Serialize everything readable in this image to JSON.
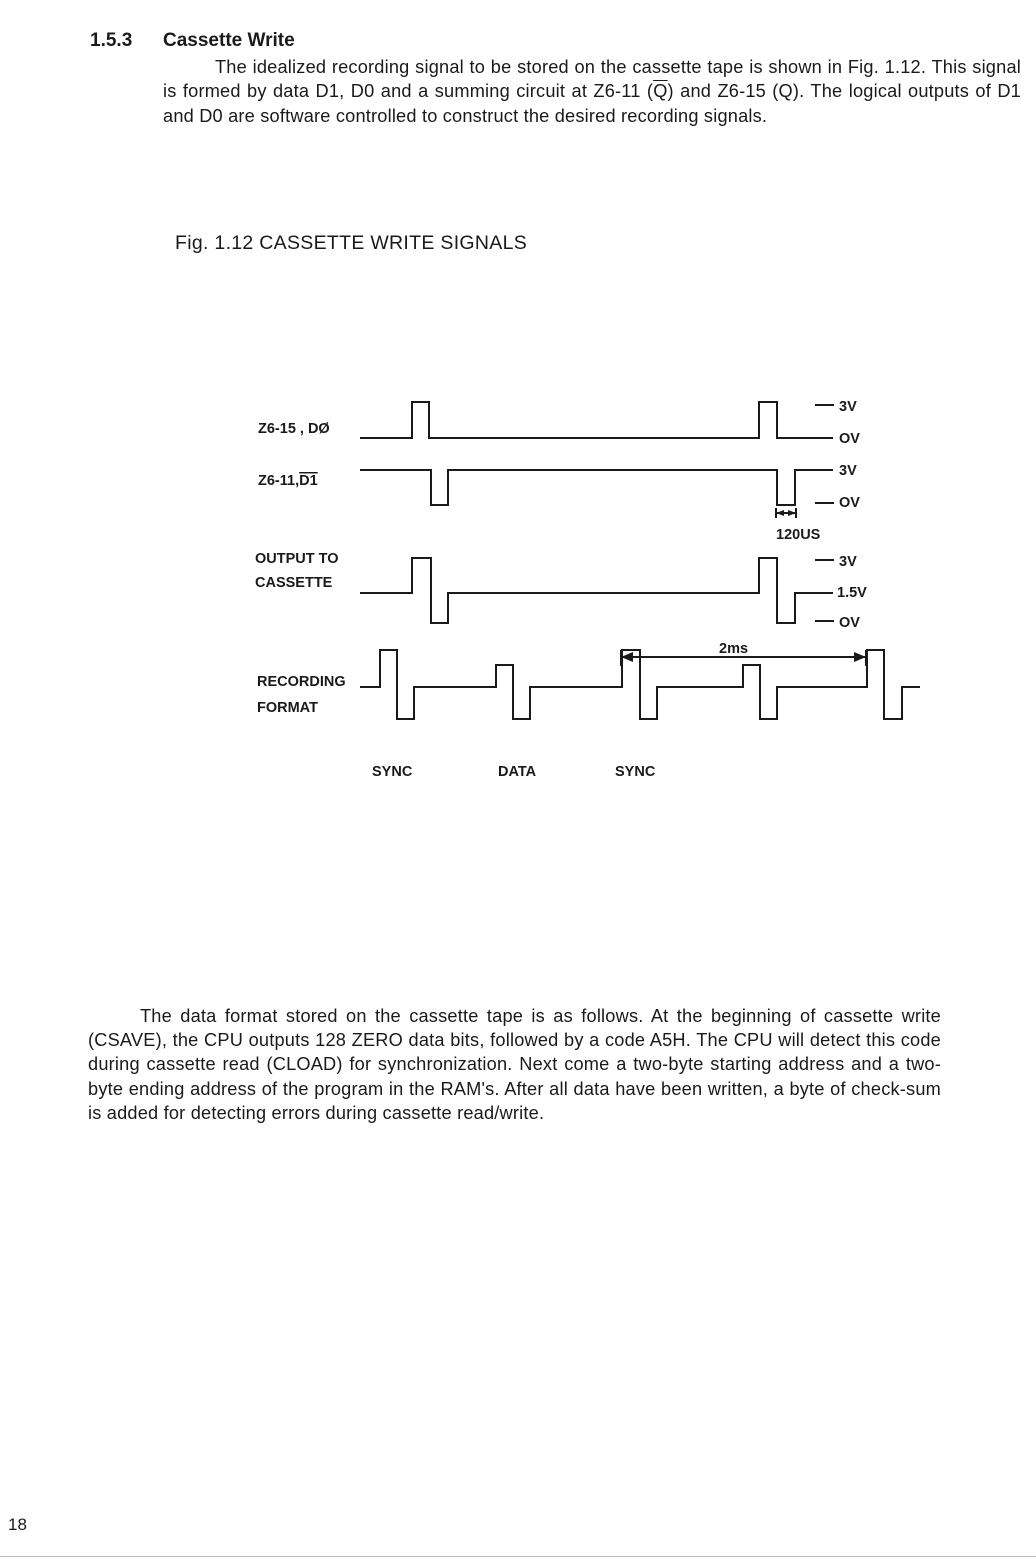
{
  "section": {
    "number": "1.5.3",
    "title": "Cassette Write"
  },
  "paragraph1": {
    "part1": "The idealized recording signal to be stored on the cassette tape is shown in Fig. 1.12. This signal is formed by data D1, D0 and a summing circuit at Z6-11 (",
    "q_bar": "Q",
    "part2": ") and Z6-15 (Q). The logical outputs of D1 and D0 are software controlled to construct the desired recording signals."
  },
  "figure": {
    "caption": "Fig. 1.12  CASSETTE WRITE SIGNALS",
    "rows": [
      {
        "label": "Z6-15 , DØ"
      },
      {
        "label_prefix": "Z6-11,",
        "label_bar": "D1"
      },
      {
        "label_line1": "OUTPUT TO",
        "label_line2": "CASSETTE"
      },
      {
        "label_line1": "RECORDING",
        "label_line2": "FORMAT"
      }
    ],
    "levels": {
      "row1_high": "3V",
      "row1_low": "OV",
      "row2_high": "3V",
      "row2_low": "OV",
      "row3_high": "3V",
      "row3_mid": "1.5V",
      "row3_low": "OV"
    },
    "timing": {
      "pulse_width": "120US",
      "period": "2ms"
    },
    "segment_labels": [
      "SYNC",
      "DATA",
      "SYNC"
    ]
  },
  "paragraph2": "The data format stored on the cassette tape is as follows. At the beginning of cassette write (CSAVE), the CPU outputs 128 ZERO data bits, followed by a code A5H. The CPU will detect this code during cassette read (CLOAD) for synchronization. Next come a two-byte starting address and a two-byte ending address of the program in the RAM's. After all data have been written, a byte of check-sum is added for detecting errors during cassette read/write.",
  "page_number": "18"
}
